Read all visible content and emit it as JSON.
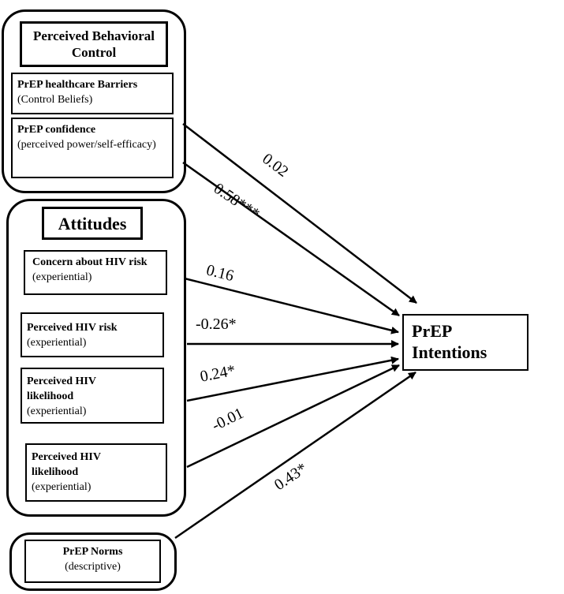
{
  "diagram": {
    "groups": {
      "pbc": {
        "title": "Perceived Behavioral Control",
        "items": [
          {
            "bold": "PrEP healthcare Barriers",
            "rest": "(Control Beliefs)"
          },
          {
            "bold": "PrEP confidence",
            "rest": "(perceived power/self-efficacy)"
          }
        ]
      },
      "attitudes": {
        "title": "Attitudes",
        "items": [
          {
            "bold": "Concern about HIV risk",
            "rest": "(experiential)"
          },
          {
            "bold": "Perceived HIV risk",
            "rest": "(experiential)"
          },
          {
            "bold": "Perceived HIV likelihood",
            "rest": "(experiential)"
          },
          {
            "bold": "Perceived HIV likelihood",
            "rest": "(experiential)"
          }
        ]
      },
      "norms": {
        "items": [
          {
            "bold": "PrEP Norms",
            "rest": "(descriptive)"
          }
        ]
      }
    },
    "target": "PrEP Intentions",
    "coefficients": [
      "0.02",
      "0.58***",
      "0.16",
      "-0.26*",
      "0.24*",
      "-0.01",
      "0.43*"
    ]
  }
}
